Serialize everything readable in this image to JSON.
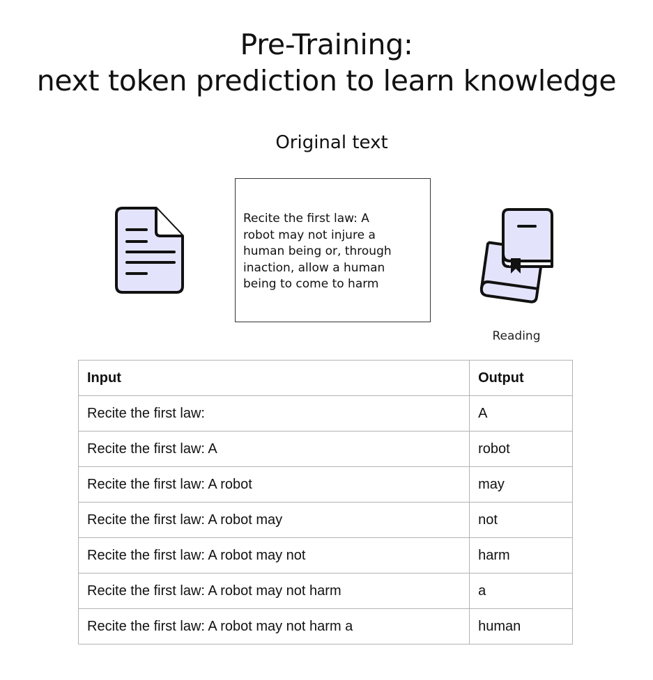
{
  "title": {
    "line1": "Pre-Training:",
    "line2": "next token prediction to learn knowledge"
  },
  "original_text": {
    "heading": "Original text",
    "content": "Recite the first law: A\nrobot may not injure a\nhuman being or, through\ninaction, allow a human\nbeing to come to harm"
  },
  "icons": {
    "document": "document-icon",
    "books": "books-icon"
  },
  "reading_label": "Reading",
  "colors": {
    "icon_fill": "#E3E4FB",
    "icon_stroke": "#111111",
    "table_border": "#B3B3B3"
  },
  "table": {
    "headers": [
      "Input",
      "Output"
    ],
    "rows": [
      [
        "Recite the first law:",
        "A"
      ],
      [
        "Recite the first law: A",
        "robot"
      ],
      [
        "Recite the first law: A robot",
        "may"
      ],
      [
        "Recite the first law: A robot may",
        "not"
      ],
      [
        "Recite the first law: A robot may not",
        "harm"
      ],
      [
        "Recite the first law: A robot may not harm",
        "a"
      ],
      [
        "Recite the first law: A robot may not harm a",
        "human"
      ]
    ]
  }
}
